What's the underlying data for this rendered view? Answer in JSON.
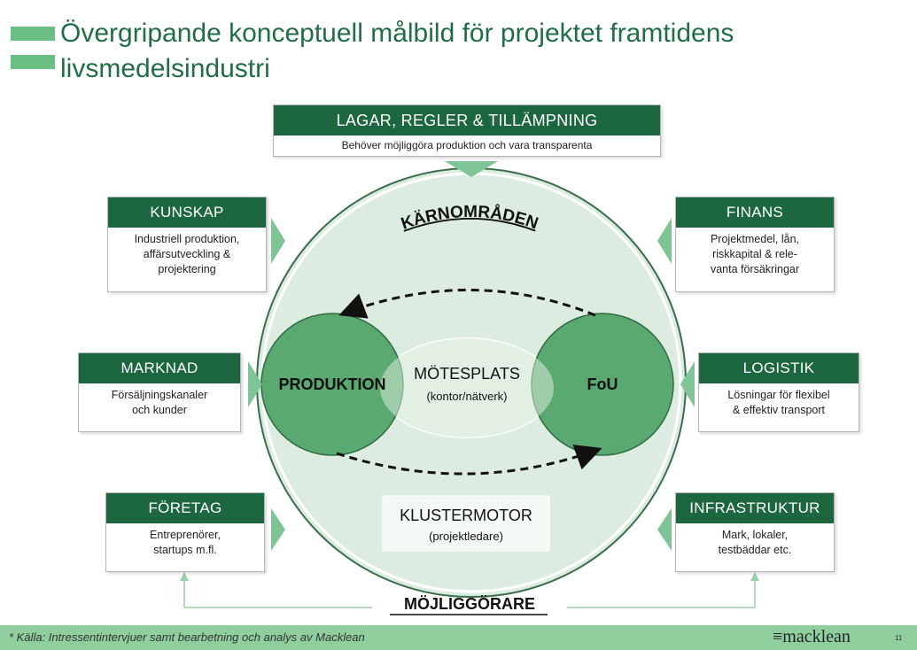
{
  "title": {
    "line1": "Övergripande konceptuell målbild för projektet framtidens",
    "line2": "livsmedelsindustri"
  },
  "top_box": {
    "header": "LAGAR, REGLER & TILLÄMPNING",
    "desc": "Behöver möjliggöra produktion och vara transparenta"
  },
  "boxes": {
    "kunskap": {
      "header": "KUNSKAP",
      "desc": "Industriell produktion,\naffärsutveckling &\nprojektering"
    },
    "marknad": {
      "header": "MARKNAD",
      "desc": "Försäljningskanaler\noch kunder"
    },
    "foretag": {
      "header": "FÖRETAG",
      "desc": "Entreprenörer,\nstartups m.fl."
    },
    "finans": {
      "header": "FINANS",
      "desc": "Projektmedel, lån,\nriskkapital & rele-\nvanta försäkringar"
    },
    "logistik": {
      "header": "LOGISTIK",
      "desc": "Lösningar för flexibel\n& effektiv transport"
    },
    "infrastruktur": {
      "header": "INFRASTRUKTUR",
      "desc": "Mark, lokaler,\ntestbäddar etc."
    }
  },
  "circle": {
    "karnomraden": "KÄRNOMRÅDEN",
    "produktion": "PRODUKTION",
    "fou": "FoU",
    "motesplats": "MÖTESPLATS",
    "motesplats_sub": "(kontor/nätverk)",
    "klustermotor": "KLUSTERMOTOR",
    "klustermotor_sub": "(projektledare)"
  },
  "bottom_label": "MÖJLIGGÖRARE",
  "footer": {
    "source": "* Källa: Intressentintervjuer samt bearbetning och analys av Macklean",
    "logo": "≡macklean",
    "page": "11"
  },
  "colors": {
    "dark_green": "#1c6640",
    "mid_green": "#5aa970",
    "light_green": "#dcece0",
    "arrow_green": "#7fc494",
    "footer_green": "#8fcf9e"
  }
}
